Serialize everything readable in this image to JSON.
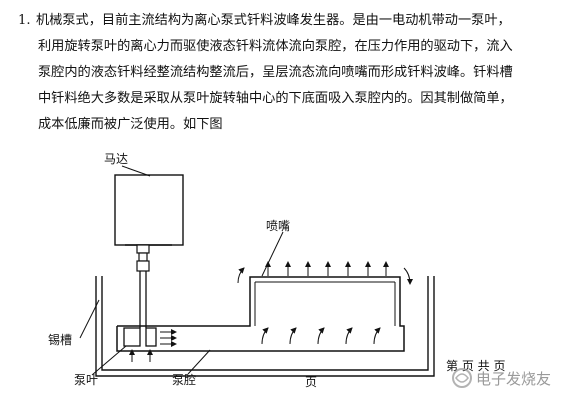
{
  "paragraph": {
    "number": "1.",
    "lines": [
      "机械泵式，目前主流结构为离心泵式钎料波峰发生器。是由一电动机带动一泵叶，",
      "利用旋转泵叶的离心力而驱使液态钎料流体流向泵腔，在压力作用的驱动下，流入",
      "泵腔内的液态钎料经整流结构整流后，呈层流态流向喷嘴而形成钎料波峰。钎料槽",
      "中钎料绝大多数是采取从泵叶旋转轴中心的下底面吸入泵腔内的。因其制做简单，",
      "成本低廉而被广泛使用。如下图"
    ]
  },
  "figure": {
    "labels": {
      "motor": "马达",
      "nozzle": "喷嘴",
      "solder_tank": "锡槽",
      "impeller": "泵叶",
      "pump_chamber": "泵腔"
    },
    "page_footer": "第  页 共  页",
    "page_footer_bottom": "页"
  },
  "watermark": "电子发烧友",
  "colors": {
    "text": "#111111",
    "line": "#111111",
    "watermark": "#9a9a9a"
  }
}
